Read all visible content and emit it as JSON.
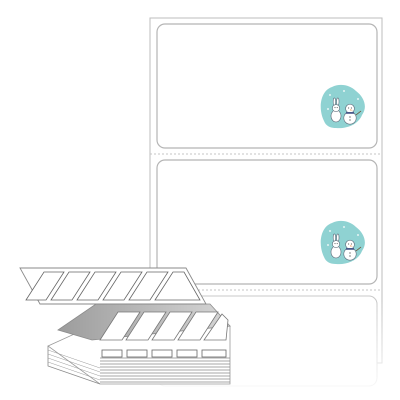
{
  "scene": {
    "subject": "continuous-fanfold-label-strip",
    "background_color": "#ffffff",
    "paper_color": "#ffffff",
    "outline_color": "#b9b9b9",
    "perforation_color": "#c8c8c8",
    "shadow_color": "#a9a9a9",
    "front_label_count": 2,
    "stack_label_count": 6,
    "labels": [
      {
        "artwork": "snowman-and-bunny-icon",
        "badge_color": "#8fd2d2"
      },
      {
        "artwork": "snowman-and-bunny-icon",
        "badge_color": "#8fd2d2"
      }
    ]
  }
}
